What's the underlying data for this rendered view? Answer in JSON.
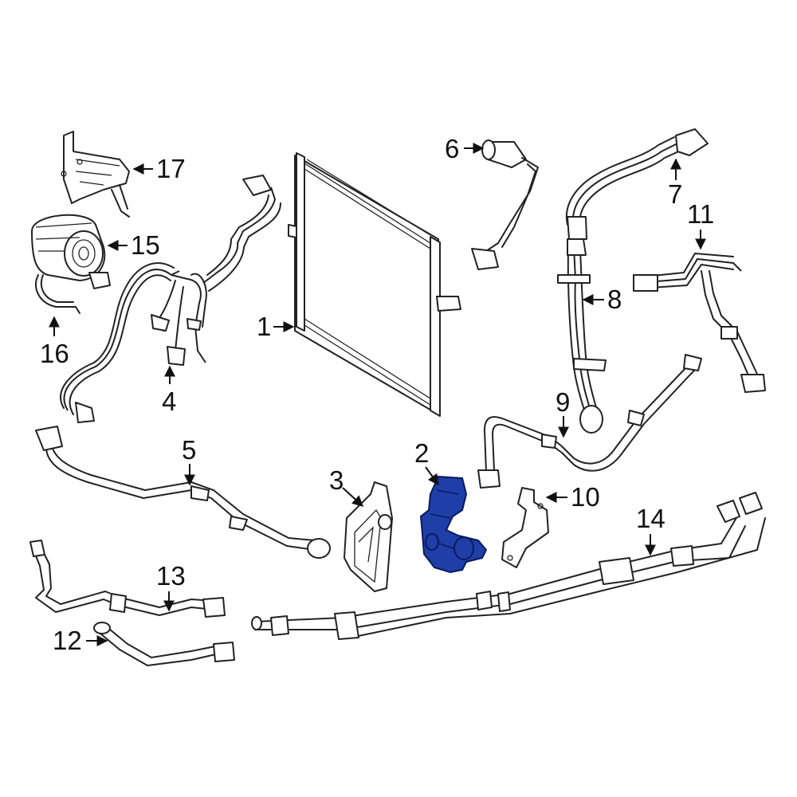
{
  "highlight_color": "#1f3ea8",
  "callouts": [
    {
      "id": "1",
      "label": "1"
    },
    {
      "id": "2",
      "label": "2"
    },
    {
      "id": "3",
      "label": "3"
    },
    {
      "id": "4",
      "label": "4"
    },
    {
      "id": "5",
      "label": "5"
    },
    {
      "id": "6",
      "label": "6"
    },
    {
      "id": "7",
      "label": "7"
    },
    {
      "id": "8",
      "label": "8"
    },
    {
      "id": "9",
      "label": "9"
    },
    {
      "id": "10",
      "label": "10"
    },
    {
      "id": "11",
      "label": "11"
    },
    {
      "id": "12",
      "label": "12"
    },
    {
      "id": "13",
      "label": "13"
    },
    {
      "id": "14",
      "label": "14"
    },
    {
      "id": "15",
      "label": "15"
    },
    {
      "id": "16",
      "label": "16"
    },
    {
      "id": "17",
      "label": "17"
    }
  ]
}
